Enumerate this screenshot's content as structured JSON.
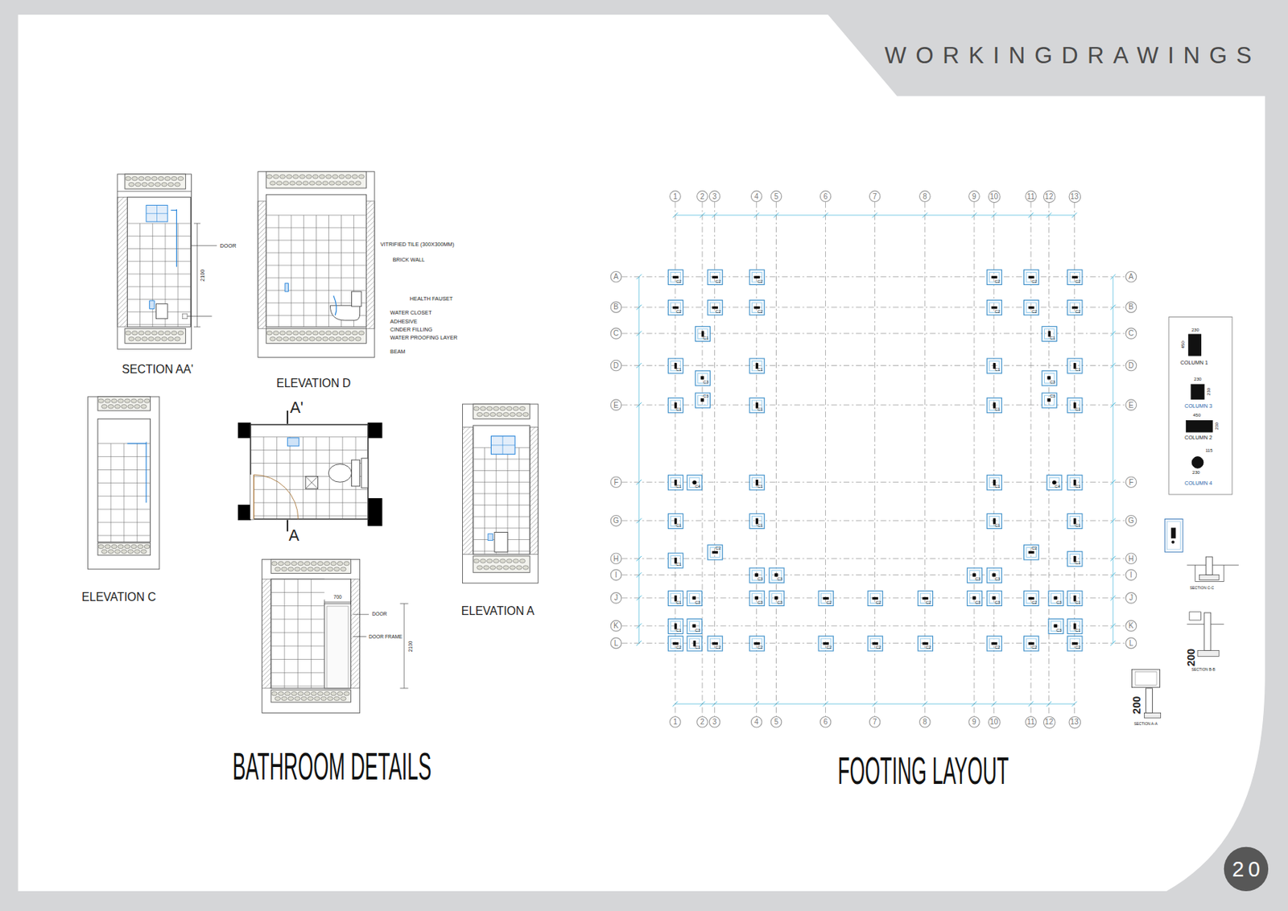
{
  "diagram": {
    "title": "WORKINGDRAWINGS",
    "nodes": [
      {
        "text": [
          "1"
        ]
      },
      {
        "text": [
          "2"
        ]
      },
      {
        "text": [
          "3"
        ]
      },
      {
        "text": [
          "4"
        ]
      },
      {
        "text": [
          "5"
        ]
      },
      {
        "text": [
          "6"
        ]
      },
      {
        "text": [
          "7"
        ]
      },
      {
        "text": [
          "8"
        ]
      },
      {
        "text": [
          "9"
        ]
      },
      {
        "text": [
          "10"
        ]
      },
      {
        "text": [
          "11"
        ]
      },
      {
        "text": [
          "12"
        ]
      },
      {
        "text": [
          "13"
        ]
      },
      {
        "text": [
          "A"
        ]
      },
      {
        "text": [
          "C2"
        ]
      },
      {
        "text": [
          "C2"
        ]
      },
      {
        "text": [
          "C2"
        ]
      },
      {
        "text": [
          "C2"
        ]
      },
      {
        "text": [
          "C2"
        ]
      },
      {
        "text": [
          "C2"
        ]
      },
      {
        "text": [
          "A"
        ]
      },
      {
        "text": [
          "B"
        ]
      },
      {
        "text": [
          "C2"
        ]
      },
      {
        "text": [
          "C2"
        ]
      },
      {
        "text": [
          "C2"
        ]
      },
      {
        "text": [
          "C2"
        ]
      },
      {
        "text": [
          "C2"
        ]
      },
      {
        "text": [
          "C2"
        ]
      },
      {
        "text": [
          "B"
        ]
      },
      {
        "text": [
          "C"
        ]
      },
      {
        "text": [
          "C1"
        ]
      },
      {
        "text": [
          "C1"
        ]
      },
      {
        "text": [
          "C"
        ]
      },
      {
        "text": [
          "D"
        ]
      },
      {
        "text": [
          "C1"
        ]
      },
      {
        "text": [
          "C1"
        ]
      },
      {
        "text": [
          "C1"
        ]
      },
      {
        "text": [
          "C1"
        ]
      },
      {
        "text": [
          "D"
        ]
      },
      {
        "text": [
          "C3"
        ]
      },
      {
        "text": [
          "C3"
        ]
      },
      {
        "text": [
          "E"
        ]
      },
      {
        "text": [
          "C1"
        ]
      },
      {
        "text": [
          "C3"
        ]
      },
      {
        "text": [
          "C1"
        ]
      },
      {
        "text": [
          "C1"
        ]
      },
      {
        "text": [
          "C3"
        ]
      },
      {
        "text": [
          "C1"
        ]
      },
      {
        "text": [
          "E"
        ]
      },
      {
        "text": [
          "F"
        ]
      },
      {
        "text": [
          "C1"
        ]
      },
      {
        "text": [
          "C4"
        ]
      },
      {
        "text": [
          "C1"
        ]
      },
      {
        "text": [
          "C1"
        ]
      },
      {
        "text": [
          "C4"
        ]
      },
      {
        "text": [
          "C1"
        ]
      },
      {
        "text": [
          "F"
        ]
      },
      {
        "text": [
          "G"
        ]
      },
      {
        "text": [
          "C1"
        ]
      },
      {
        "text": [
          "C1"
        ]
      },
      {
        "text": [
          "C1"
        ]
      },
      {
        "text": [
          "C1"
        ]
      },
      {
        "text": [
          "G"
        ]
      },
      {
        "text": [
          "H"
        ]
      },
      {
        "text": [
          "C1"
        ]
      },
      {
        "text": [
          "C2"
        ]
      },
      {
        "text": [
          "C2"
        ]
      },
      {
        "text": [
          "C1"
        ]
      },
      {
        "text": [
          "H"
        ]
      },
      {
        "text": [
          "I"
        ]
      },
      {
        "text": [
          "C3"
        ]
      },
      {
        "text": [
          "C3"
        ]
      },
      {
        "text": [
          "C3"
        ]
      },
      {
        "text": [
          "C3"
        ]
      },
      {
        "text": [
          "I"
        ]
      },
      {
        "text": [
          "J"
        ]
      },
      {
        "text": [
          "C1"
        ]
      },
      {
        "text": [
          "C3"
        ]
      },
      {
        "text": [
          "C3"
        ]
      },
      {
        "text": [
          "C3"
        ]
      },
      {
        "text": [
          "C2"
        ]
      },
      {
        "text": [
          "C2"
        ]
      },
      {
        "text": [
          "C2"
        ]
      },
      {
        "text": [
          "C3"
        ]
      },
      {
        "text": [
          "C3"
        ]
      },
      {
        "text": [
          "C2"
        ]
      },
      {
        "text": [
          "C3"
        ]
      },
      {
        "text": [
          "C1"
        ]
      },
      {
        "text": [
          "J"
        ]
      },
      {
        "text": [
          "K"
        ]
      },
      {
        "text": [
          "C1"
        ]
      },
      {
        "text": [
          "C3"
        ]
      },
      {
        "text": [
          "C3"
        ]
      },
      {
        "text": [
          "C1"
        ]
      },
      {
        "text": [
          "K"
        ]
      },
      {
        "text": [
          "L"
        ]
      },
      {
        "text": [
          "C2"
        ]
      },
      {
        "text": [
          "C1"
        ]
      },
      {
        "text": [
          "C2"
        ]
      },
      {
        "text": [
          "C2"
        ]
      },
      {
        "text": [
          "C2"
        ]
      },
      {
        "text": [
          "C2"
        ]
      },
      {
        "text": [
          "C2"
        ]
      },
      {
        "text": [
          "C2"
        ]
      },
      {
        "text": [
          "C2"
        ]
      },
      {
        "text": [
          "C2"
        ]
      },
      {
        "text": [
          "L"
        ]
      },
      {
        "text": [
          "1"
        ]
      },
      {
        "text": [
          "2"
        ]
      },
      {
        "text": [
          "3"
        ]
      },
      {
        "text": [
          "4"
        ]
      },
      {
        "text": [
          "5"
        ]
      },
      {
        "text": [
          "6"
        ]
      },
      {
        "text": [
          "7"
        ]
      },
      {
        "text": [
          "8"
        ]
      },
      {
        "text": [
          "9"
        ]
      },
      {
        "text": [
          "10"
        ]
      },
      {
        "text": [
          "11"
        ]
      },
      {
        "text": [
          "12"
        ]
      },
      {
        "text": [
          "13"
        ]
      },
      {
        "text": [
          "20"
        ]
      }
    ],
    "edges": [
      {
        "from": 0,
        "to": 107,
        "arrow": "none"
      },
      {
        "from": 1,
        "to": 108,
        "arrow": "none"
      },
      {
        "from": 2,
        "to": 109,
        "arrow": "none"
      },
      {
        "from": 3,
        "to": 110,
        "arrow": "none"
      },
      {
        "from": 4,
        "to": 111,
        "arrow": "none"
      },
      {
        "from": 5,
        "to": 112,
        "arrow": "none"
      },
      {
        "from": 6,
        "to": 113,
        "arrow": "none"
      },
      {
        "from": 7,
        "to": 114,
        "arrow": "none"
      },
      {
        "from": 8,
        "to": 115,
        "arrow": "none"
      },
      {
        "from": 9,
        "to": 116,
        "arrow": "none"
      },
      {
        "from": 10,
        "to": 117,
        "arrow": "none"
      },
      {
        "from": 11,
        "to": 118,
        "arrow": "none"
      },
      {
        "from": 12,
        "to": 119,
        "arrow": "none"
      },
      {
        "from": 13,
        "to": 20,
        "arrow": "none"
      },
      {
        "from": 21,
        "to": 28,
        "arrow": "none"
      },
      {
        "from": 29,
        "to": 32,
        "arrow": "none"
      },
      {
        "from": 33,
        "to": 38,
        "arrow": "none"
      },
      {
        "from": 41,
        "to": 48,
        "arrow": "none"
      },
      {
        "from": 49,
        "to": 56,
        "arrow": "none"
      },
      {
        "from": 57,
        "to": 62,
        "arrow": "none"
      },
      {
        "from": 63,
        "to": 68,
        "arrow": "none"
      },
      {
        "from": 69,
        "to": 74,
        "arrow": "none"
      },
      {
        "from": 75,
        "to": 88,
        "arrow": "none"
      },
      {
        "from": 89,
        "to": 94,
        "arrow": "none"
      },
      {
        "from": 95,
        "to": 106,
        "arrow": "none"
      }
    ],
    "labels": [
      "DOOR",
      "2100",
      "VITRIFIED TILE (300X300MM)",
      "BRICK WALL",
      "HEALTH FAUSET",
      "WATER CLOSET",
      "ADHESIVE",
      "CINDER FILLING",
      "WATER PROOFING LAYER",
      "BEAM",
      "SECTION AA'",
      "ELEVATION D",
      "A'",
      "ELEVATION C",
      "A",
      "ELEVATION A",
      "700",
      "DOOR",
      "DOOR FRAME",
      "2100",
      "BATHROOM DETAILS",
      "FOOTING LAYOUT",
      "230",
      "450",
      "230",
      "230",
      "450",
      "230",
      "115",
      "230",
      "SECTION C-C",
      "200",
      "SECTION B-B",
      "200",
      "SECTION A-A"
    ],
    "legend": [
      {
        "text": "COLUMN 1"
      },
      {
        "text": "COLUMN 3"
      },
      {
        "text": "COLUMN 2"
      },
      {
        "text": "COLUMN 4"
      }
    ]
  }
}
